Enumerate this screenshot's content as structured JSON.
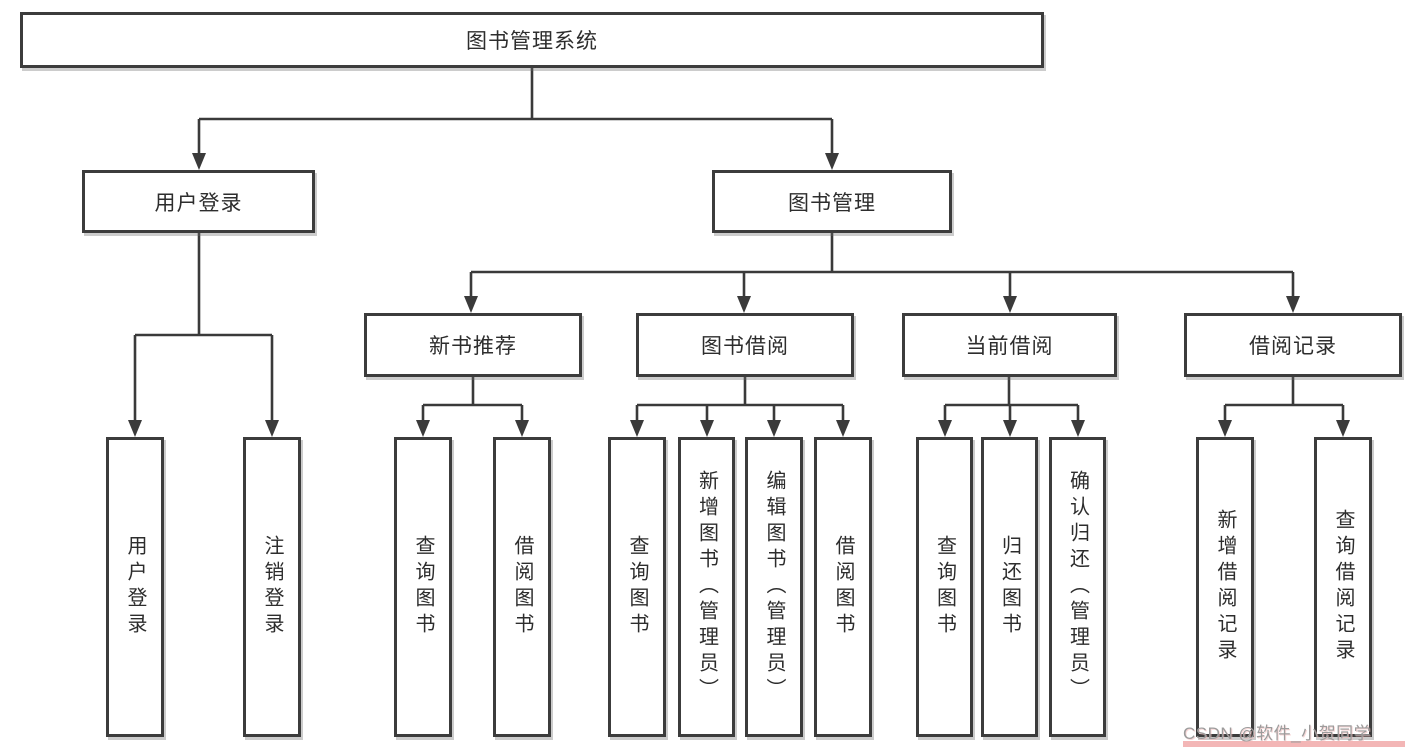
{
  "diagram": {
    "root": {
      "label": "图书管理系统"
    },
    "level2": [
      {
        "label": "用户登录"
      },
      {
        "label": "图书管理"
      }
    ],
    "level3": [
      {
        "label": "新书推荐"
      },
      {
        "label": "图书借阅"
      },
      {
        "label": "当前借阅"
      },
      {
        "label": "借阅记录"
      }
    ],
    "leaves": {
      "userLogin": [
        "用户登录",
        "注销登录"
      ],
      "newBooks": [
        "查询图书",
        "借阅图书"
      ],
      "bookBorrow": [
        "查询图书",
        "新增图书（管理员）",
        "编辑图书（管理员）",
        "借阅图书"
      ],
      "currentBorrow": [
        "查询图书",
        "归还图书",
        "确认归还（管理员）"
      ],
      "borrowRecords": [
        "新增借阅记录",
        "查询借阅记录"
      ]
    }
  },
  "watermark": {
    "text": "CSDN @软件_小贺同学"
  },
  "colors": {
    "line": "#3a3a3a",
    "box_border": "#3c3c3c",
    "text": "#2d2d2d",
    "background": "#ffffff",
    "watermark_text": "#9c9c9c",
    "watermark_accent": "#f3b6b6"
  }
}
